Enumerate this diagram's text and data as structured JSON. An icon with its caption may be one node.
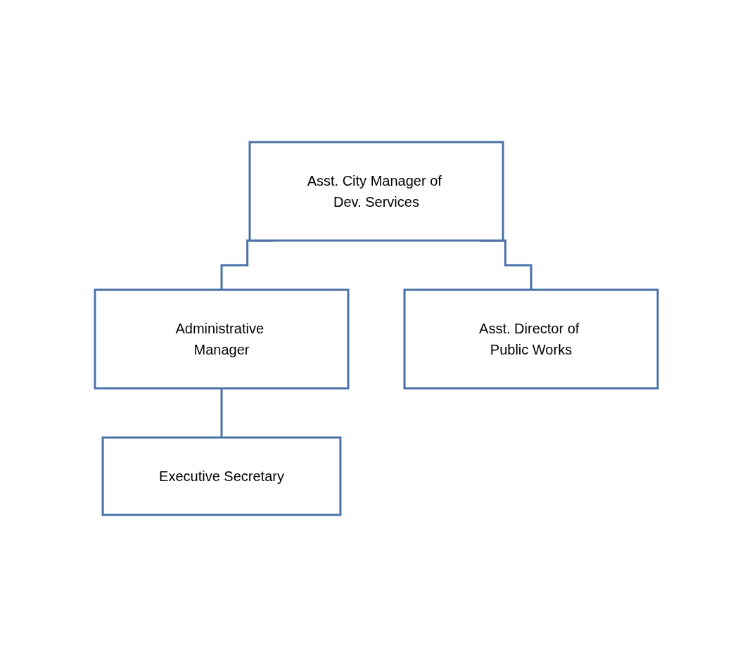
{
  "diagram": {
    "nodes": [
      {
        "text": [
          "Asst. City Manager of Dev. Services"
        ]
      },
      {
        "text": [
          "Administrative Manager"
        ]
      },
      {
        "text": [
          "Asst. Director of Public Works"
        ]
      },
      {
        "text": [
          "Executive Secretary"
        ]
      }
    ],
    "edges": [
      {
        "from": 0,
        "to": 1,
        "arrow": "none"
      },
      {
        "from": 0,
        "to": 2,
        "arrow": "none"
      },
      {
        "from": 1,
        "to": 3,
        "arrow": "none"
      }
    ]
  }
}
